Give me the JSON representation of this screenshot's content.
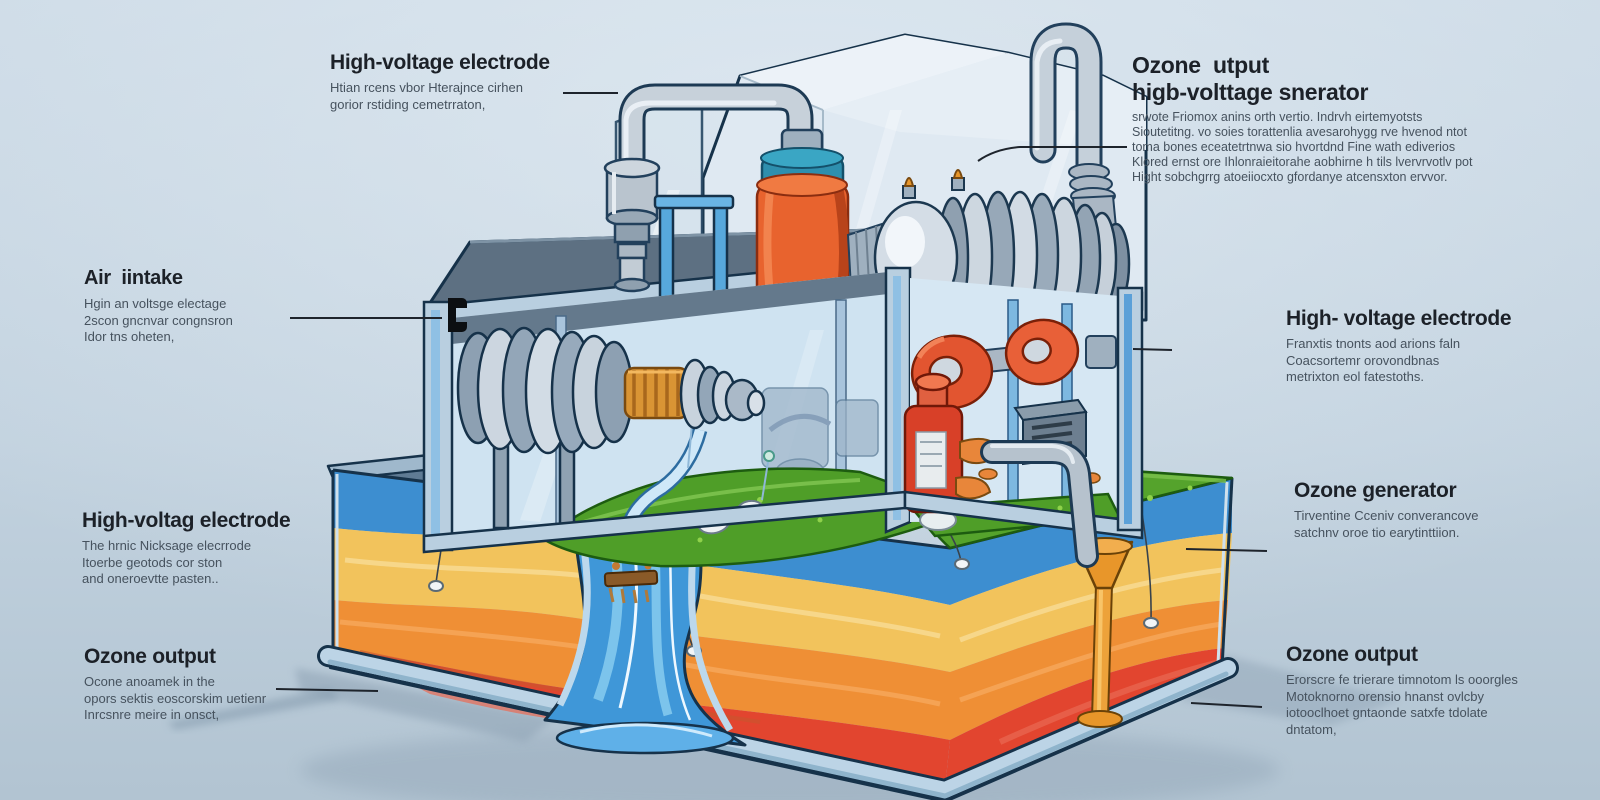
{
  "diagram_title_implicit": "Ozone generator cutaway illustration",
  "labels": {
    "top_left": {
      "title": "High-voltage electrode",
      "body": "Htian rcens vbor Hterajnce cirhen\ngorior rstiding cemetrraton,"
    },
    "top_right": {
      "title": "Ozone  utput\nhigb-volttage snerator",
      "body": "srwote Friomox anins orth vertio. Indrvh eirtemyotsts\nSioutetitng. vo soies torattenlia avesarohygg rve hvenod ntot\ntoma bones eceatetrtnwa sio hvortdnd Fine wath ediverios\nKlored ernst ore Ihlonraieitorahe aobhirne h tils lvervrvotlv pot\nHight sobchgrrg atoeiiocxto gfordanye atcensxton ervvor."
    },
    "air_intake": {
      "title": "Air  iintake",
      "body": "Hgin an voltsge electage\n2scon gncnvar congnsron\nIdor tns oheten,"
    },
    "mid_left": {
      "title": "High-voltag electrode",
      "body": "The hrnic Nicksage elecrrode\nItoerbe geotods cor ston\nand oneroevtte pasten.."
    },
    "bottom_left": {
      "title": "Ozone output",
      "body": "Ocone anoamek in the\nopors sektis eoscorskim uetienr\nInrcsnre meire in onsct,"
    },
    "mid_right": {
      "title": "High- voltage electrode",
      "body": "Franxtis tnonts aod arions faln\nCoacsortemr orovondbnas\nmetrixton eol fatestoths."
    },
    "low_right": {
      "title": "Ozone generator",
      "body": "Tirventine Cceniv converancove\nsatchnv oroe tio earytinttiion."
    },
    "bottom_right": {
      "title": "Ozone output",
      "body": "Erorscre fe trierare timnotom ls ooorgles\nMotoknorno orensio hnanst ovlcby\niotooclhoet gntaonde satxfe tdolate\ndntatom,"
    }
  },
  "machine_parts": [
    "air-intake-port",
    "electrode-nozzle",
    "intake-pipe",
    "ozone-canister",
    "blue-platform",
    "motor-turbine",
    "u-pipe",
    "transparent-housing",
    "transformer-disc-stack",
    "copper-coil",
    "toroid-electrodes",
    "extinguisher-canister",
    "vented-box",
    "green-floor",
    "water-cascade",
    "layered-tank",
    "ozone-funnel",
    "drop-probes"
  ],
  "palette": {
    "background_top": "#ccdae6",
    "background_bottom": "#b2c4d2",
    "outline": "#16324a",
    "frame_blue": "#b9cfe0",
    "metal_gray": "#c3ced8",
    "housing": "#dfe9f2",
    "canister_orange": "#e8632e",
    "toroid_red": "#e25530",
    "coil_copper": "#d99434",
    "water_blue": "#3f97d8",
    "tank_blue": "#3d8ed0",
    "tank_yellow": "#f2c35c",
    "tank_orange": "#ef8f35",
    "tank_red": "#e2452f",
    "floor_green": "#55a32c",
    "ozone_amber": "#e8962a",
    "leader_line": "#1e242c"
  }
}
